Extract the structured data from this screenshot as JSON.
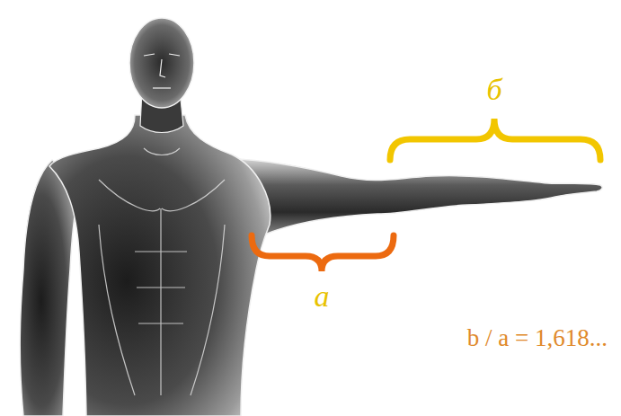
{
  "diagram": {
    "labels": [
      "б",
      "a",
      "b / a = 1,618..."
    ]
  }
}
